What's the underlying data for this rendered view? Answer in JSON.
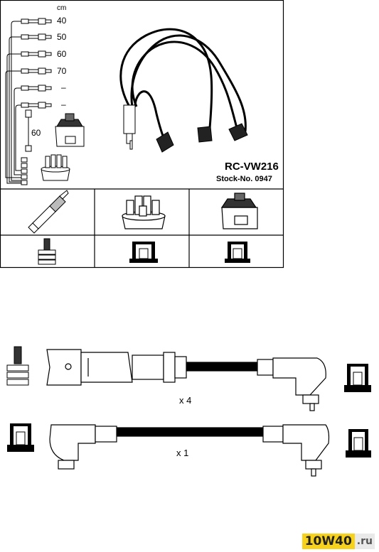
{
  "legend": {
    "unit": "cm",
    "lengths": [
      "40",
      "50",
      "60",
      "70",
      "–",
      "–"
    ],
    "coil_lead_length": "60"
  },
  "product": {
    "model": "RC-VW216",
    "stock": "Stock-No. 0947"
  },
  "quantities": {
    "spark_leads": "x 4",
    "coil_lead": "x 1"
  },
  "watermark": {
    "brand": "10W40",
    "tld": ".ru"
  }
}
